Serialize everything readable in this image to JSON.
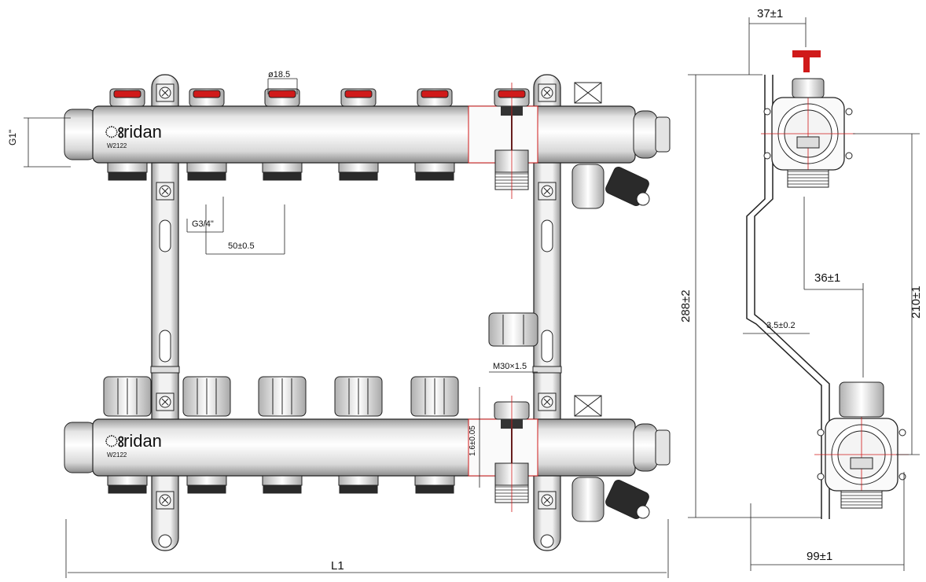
{
  "brand": {
    "name": "ridan",
    "model": "W2122",
    "accent_color": "#d01a1a"
  },
  "dimensions": {
    "inlet_thread": "G1\"",
    "cap_diameter": "ø18.5",
    "outlet_thread": "G3/4\"",
    "outlet_pitch": "50±0.5",
    "valve_thread": "M30×1.5",
    "valve_stroke": "1.6±0.05",
    "total_length": "L1",
    "bracket_offset": "37±1",
    "total_height": "288±2",
    "axis_distance": "210±1",
    "outlet_offset": "36±1",
    "bracket_thickness": "3.5±0.2",
    "total_depth": "99±1"
  },
  "icons": {
    "t_handle": "t-handle-icon",
    "logo": "ridan-logo-icon"
  }
}
